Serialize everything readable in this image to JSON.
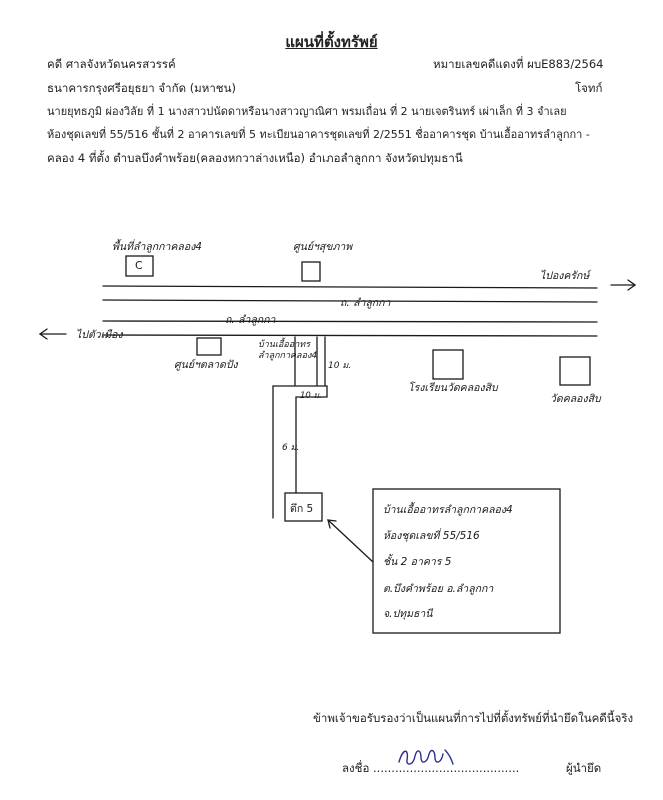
{
  "header": {
    "title": "แผนที่ตั้งทรัพย์",
    "court": "คดี ศาลจังหวัดนครสวรรค์",
    "case_no": "หมายเลขคดีแดงที่ ผบE883/2564",
    "plaintiff": "ธนาคารกรุงศรีอยุธยา จำกัด (มหาชน)",
    "plaintiff_role": "โจทก์",
    "line3": "นายยุทธภูมิ ผ่องวิลัย ที่ 1 นางสาวปนัดดาหรือนางสาวญาณิศา พรมเถื่อน ที่ 2 นายเจตรินทร์ เผ่าเล็ก ที่ 3  จำเลย",
    "line4": "ห้องชุดเลขที่ 55/516 ชั้นที่ 2 อาคารเลขที่ 5 ทะเบียนอาคารชุดเลขที่ 2/2551 ชื่ออาคารชุด บ้านเอื้ออาทรลำลูกกา -",
    "line5": "คลอง 4 ที่ตั้ง ตำบลบึงคำพร้อย(คลองหกวาล่างเหนือ)  อำเภอลำลูกกา  จังหวัดปทุมธานี"
  },
  "map": {
    "police_station": "พื้นที่ลำลูกกาคลอง4",
    "police_symbol": "C",
    "health_center": "ศูนย์ฯสุขภาพ",
    "to_ongkharak": "ไปองครักษ์",
    "to_town": "ไปตัวเมือง",
    "road_upper": "ถ. ลำลูกกา",
    "road_lower": "ถ. ลำลูกกา",
    "village_name": "บ้านเอื้ออาทรลำลูกกาคลอง4",
    "market": "ศูนย์ฯตลาดปัง",
    "road_10m_a": "10 ม.",
    "road_10m_b": "10 ม.",
    "road_6m": "6 ม.",
    "school": "โรงเรียนวัดคลองสิบ",
    "temple": "วัดคลองสิบ",
    "building_label": "ตึก 5",
    "callout": {
      "line1": "บ้านเอื้ออาทรลำลูกกาคลอง4",
      "line2": "ห้องชุดเลขที่ 55/516",
      "line3": "ชั้น 2  อาคาร 5",
      "line4": "ต.บึงคำพร้อย  อ.ลำลูกกา",
      "line5": "จ.ปทุมธานี"
    }
  },
  "footer": {
    "certify": "ข้าพเจ้าขอรับรองว่าเป็นแผนที่การไปที่ตั้งทรัพย์ที่นำยึดในคดีนี้จริง",
    "sign_prefix": "ลงชื่อ ........................................",
    "sign_suffix": "ผู้นำยึด"
  }
}
